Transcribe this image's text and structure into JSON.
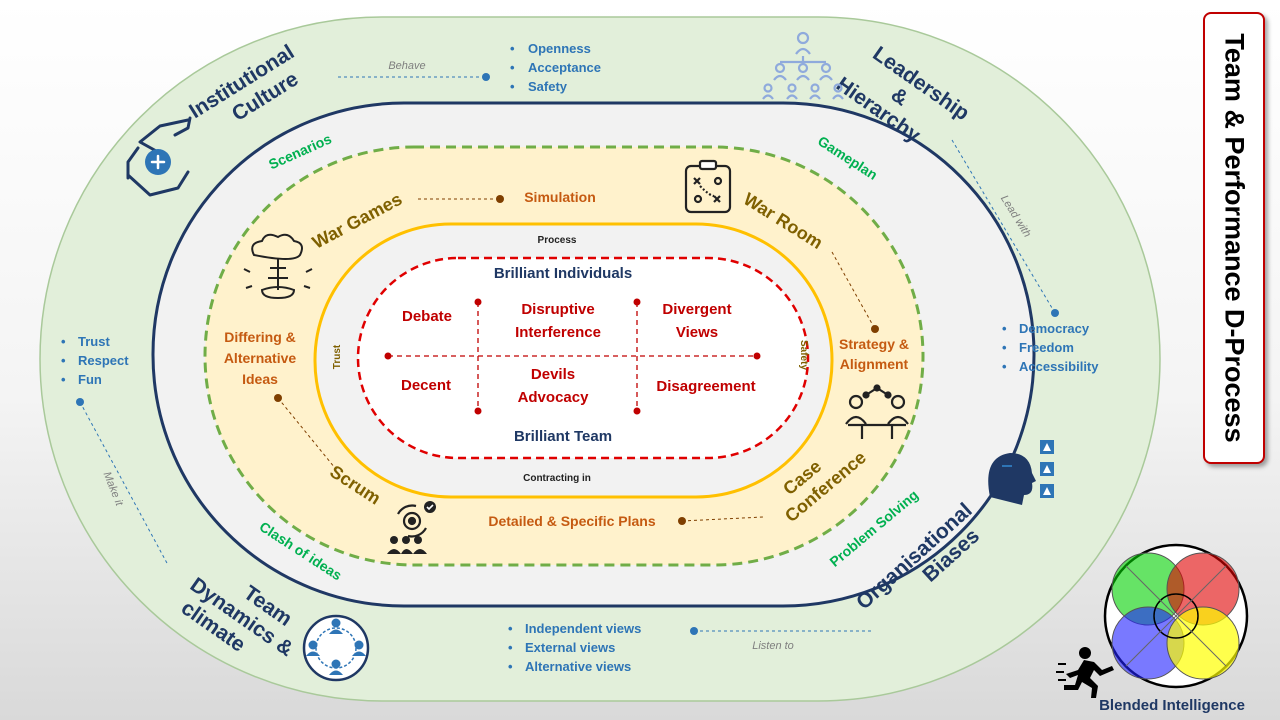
{
  "title": "Team & Performance D-Process",
  "corners": {
    "institutional_culture": [
      "Institutional",
      "Culture"
    ],
    "leadership": [
      "Leadership",
      "&",
      "Hierarchy"
    ],
    "team_dynamics": [
      "Team",
      "Dynamics &",
      "climate"
    ],
    "biases": [
      "Organisational",
      "Biases"
    ]
  },
  "connectors": {
    "behave": "Behave",
    "lead_with": "Lead with",
    "make_it": "Make it",
    "listen_to": "Listen to"
  },
  "bullet_lists": {
    "culture": [
      "Openness",
      "Acceptance",
      "Safety"
    ],
    "leadership": [
      "Democracy",
      "Freedom",
      "Accessibility"
    ],
    "team": [
      "Trust",
      "Respect",
      "Fun"
    ],
    "biases": [
      "Independent views",
      "External views",
      "Alternative views"
    ]
  },
  "dashed_ring": {
    "scenarios": "Scenarios",
    "gameplan": "Gameplan",
    "clash": "Clash of ideas",
    "problem_solving": "Problem Solving"
  },
  "stations": {
    "war_games": "War Games",
    "war_room": "War Room",
    "scrum": "Scrum",
    "case_conference": [
      "Case",
      "Conference"
    ]
  },
  "activities": {
    "simulation": "Simulation",
    "strategy": [
      "Strategy &",
      "Alignment"
    ],
    "differing": [
      "Differing &",
      "Alternative",
      "Ideas"
    ],
    "plans": "Detailed & Specific Plans"
  },
  "track_labels": {
    "process": "Process",
    "contracting": "Contracting in",
    "trust": "Trust",
    "safety": "Safety"
  },
  "core": {
    "top": "Brilliant Individuals",
    "bottom": "Brilliant Team",
    "debate": "Debate",
    "disruptive": [
      "Disruptive",
      "Interference"
    ],
    "divergent": [
      "Divergent",
      "Views"
    ],
    "decent": "Decent",
    "devils": [
      "Devils",
      "Advocacy"
    ],
    "disagreement": "Disagreement"
  },
  "logo": {
    "text": "Blended Intelligence"
  },
  "colors": {
    "outer_ring": "#e2efda",
    "navy": "#1f3864",
    "yellow_band": "#fff2cc",
    "gold_track": "#ffc000",
    "red_dash": "#ff0000",
    "green_dash": "#70ad47"
  }
}
